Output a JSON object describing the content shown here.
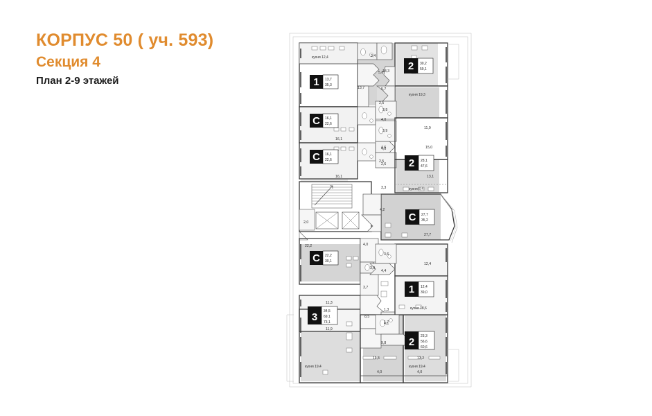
{
  "title": {
    "line1": "КОРПУС 50 ( уч. 593)",
    "line2": "Секция 4",
    "line3": "План 2-9 этажей",
    "accent_color": "#e08b2e",
    "text_color": "#1b1b1b"
  },
  "plan": {
    "type": "floor-plan",
    "background": "#ffffff",
    "wall_color": "#3a3a3a",
    "fill_light": "#f4f4f4",
    "fill_shaded": "#d9d9d9",
    "apartments": [
      {
        "id": "apt-1-top-left",
        "letter": "1",
        "areas": [
          "13,7",
          "35,3"
        ],
        "kitchen": "кухня 12,4"
      },
      {
        "id": "apt-2-top-right",
        "letter": "2",
        "areas": [
          "30,2",
          "59,1"
        ],
        "kitchen": "кухня 19,3"
      },
      {
        "id": "apt-c-upper-left-1",
        "letter": "C",
        "areas": [
          "16,1",
          "22,6"
        ],
        "kitchen": ""
      },
      {
        "id": "apt-c-upper-left-2",
        "letter": "C",
        "areas": [
          "16,1",
          "22,6"
        ],
        "kitchen": ""
      },
      {
        "id": "apt-2-mid-right",
        "letter": "2",
        "areas": [
          "28,1",
          "47,6"
        ],
        "kitchen": "кухня 8,4"
      },
      {
        "id": "apt-c-mid-right",
        "letter": "C",
        "areas": [
          "27,7",
          "35,2"
        ],
        "kitchen": ""
      },
      {
        "id": "apt-c-mid-left",
        "letter": "C",
        "areas": [
          "22,2",
          "30,1"
        ],
        "kitchen": ""
      },
      {
        "id": "apt-1-low-right",
        "letter": "1",
        "areas": [
          "12,4",
          "39,0"
        ],
        "kitchen": "кухня 18,6"
      },
      {
        "id": "apt-3-low-left",
        "letter": "3",
        "areas": [
          "34,5",
          "69,1",
          "73,1"
        ],
        "kitchen": "кухня 19,4"
      },
      {
        "id": "apt-2-bottom-right",
        "letter": "2",
        "areas": [
          "23,3",
          "56,6",
          "60,6"
        ],
        "kitchen": "кухня 19,4"
      }
    ],
    "room_dimensions": [
      "3,4",
      "5,8",
      "13,7",
      "2,5",
      "4,0",
      "16,1",
      "4,0",
      "2,5",
      "16,1",
      "2,0",
      "22,2",
      "4,0",
      "3,9",
      "3,7",
      "11,3",
      "8,5",
      "1,3",
      "1,7",
      "11,9",
      "4,0",
      "11,3",
      "4,0",
      "13,2",
      "18,3",
      "5,7",
      "3,9",
      "11,9",
      "4,6",
      "15,0",
      "3,9",
      "2,6",
      "13,1",
      "3,3",
      "4,2",
      "27,7",
      "3,6",
      "4,4",
      "12,4",
      "4,1",
      "9,8",
      "10,1"
    ],
    "core": {
      "stair_label": "2,0",
      "elevators": 2,
      "has_stair_arrow": true
    }
  }
}
